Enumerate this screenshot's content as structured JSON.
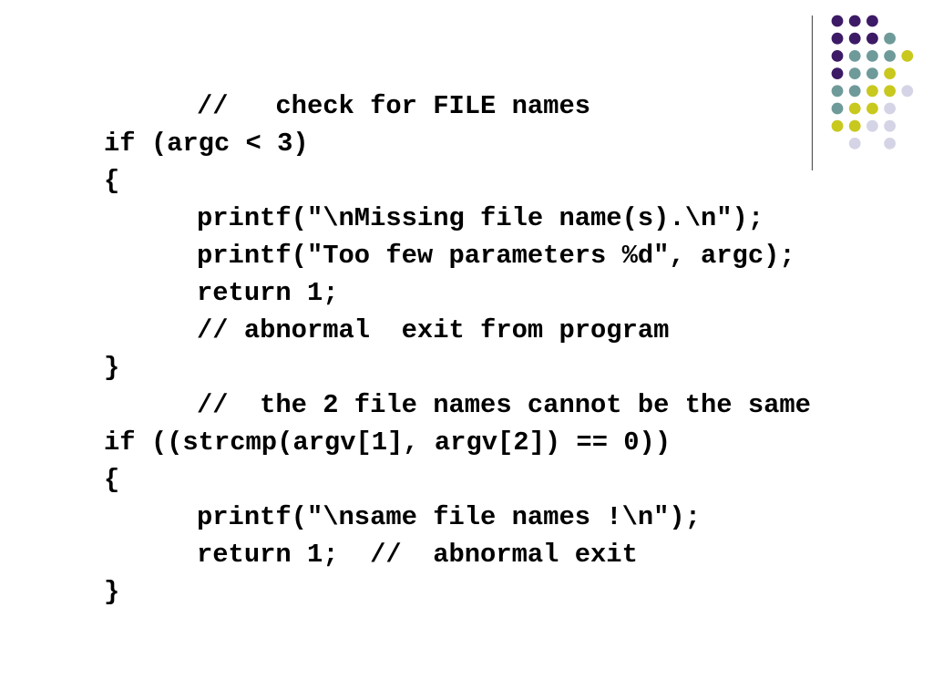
{
  "decoration": {
    "colors": {
      "purple": "#3d1a66",
      "teal": "#6f9a9a",
      "yellow": "#c8c81e",
      "lavender": "#d4d4e6",
      "divider": "#555555"
    },
    "dot_rows": [
      [
        "purple",
        "purple",
        "purple",
        null,
        null
      ],
      [
        "purple",
        "purple",
        "purple",
        "teal",
        null
      ],
      [
        "purple",
        "teal",
        "teal",
        "teal",
        "yellow"
      ],
      [
        "purple",
        "teal",
        "teal",
        "yellow",
        null
      ],
      [
        "teal",
        "teal",
        "yellow",
        "yellow",
        "lavender"
      ],
      [
        "teal",
        "yellow",
        "yellow",
        "lavender",
        null
      ],
      [
        "yellow",
        "yellow",
        "lavender",
        "lavender",
        null
      ],
      [
        null,
        "lavender",
        null,
        "lavender",
        null
      ]
    ]
  },
  "code": {
    "lines": [
      "//   check for FILE names",
      "if (argc < 3)",
      "{",
      "printf(\"\\nMissing file name(s).\\n\");",
      "printf(\"Too few parameters %d\", argc);",
      "return 1;",
      "// abnormal  exit from program",
      "}",
      "//  the 2 file names cannot be the same",
      "if ((strcmp(argv[1], argv[2]) == 0))",
      "{",
      "printf(\"\\nsame file names !\\n\");",
      "return 1;  //  abnormal exit",
      "}"
    ]
  }
}
